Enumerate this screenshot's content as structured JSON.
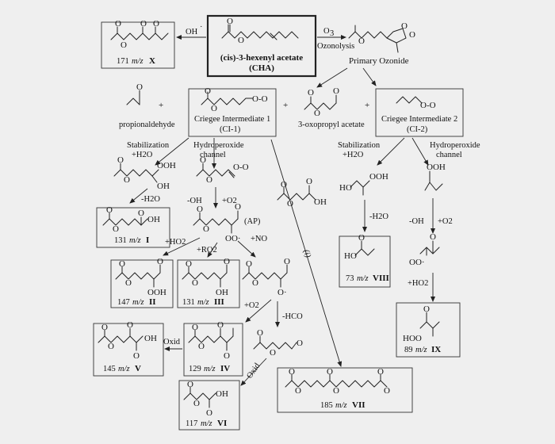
{
  "title": "(cis)-3-hexenyl acetate",
  "title_abbr": "(CHA)",
  "ozonolysis_top": "O",
  "ozonolysis_sub": "3",
  "ozonolysis_label": "Ozonolysis",
  "oh_top": "OH",
  "oh_dot": "·",
  "primary_ozonide": "Primary Ozonide",
  "propionaldehyde": "propionaldehyde",
  "plus": "+",
  "oxopropyl_acetate": "3-oxopropyl acetate",
  "ci1": {
    "line1": "Criegee Intermediate 1",
    "line2": "(CI-1)"
  },
  "ci2": {
    "line1": "Criegee Intermediate 2",
    "line2": "(CI-2)"
  },
  "stab_left": {
    "line1": "Stabilization",
    "line2": "+H2O"
  },
  "hydro_left": {
    "line1": "Hydroperoxide",
    "line2": "channel"
  },
  "stab_right": {
    "line1": "Stabilization",
    "line2": "+H2O"
  },
  "hydro_right": {
    "line1": "Hydroperoxide",
    "line2": "channel"
  },
  "minus_h2o": "-H2O",
  "minus_oh": "-OH",
  "plus_o2": "+O2",
  "ap": "(AP)",
  "plus_ho2": "+HO2",
  "plus_ro2": "+RO2",
  "plus_no": "+NO",
  "minus_hco": "-HCO",
  "oxid": "Oxid",
  "route_i": "(i)",
  "products": {
    "x": {
      "mass": "171",
      "unit": "m/z",
      "id": "X"
    },
    "i": {
      "mass": "131",
      "unit": "m/z",
      "id": "I"
    },
    "ii": {
      "mass": "147",
      "unit": "m/z",
      "id": "II"
    },
    "iii": {
      "mass": "131",
      "unit": "m/z",
      "id": "III"
    },
    "iv": {
      "mass": "129",
      "unit": "m/z",
      "id": "IV"
    },
    "v": {
      "mass": "145",
      "unit": "m/z",
      "id": "V"
    },
    "vi": {
      "mass": "117",
      "unit": "m/z",
      "id": "VI"
    },
    "vii": {
      "mass": "185",
      "unit": "m/z",
      "id": "VII"
    },
    "viii": {
      "mass": "73",
      "unit": "m/z",
      "id": "VIII"
    },
    "ix": {
      "mass": "89",
      "unit": "m/z",
      "id": "IX"
    }
  },
  "atoms": {
    "O": "O",
    "OO": "O-O",
    "OOH": "OOH",
    "OH": "OH",
    "HO": "HO",
    "HOO": "HOO",
    "OOd": "OO·",
    "Od": "O·"
  }
}
